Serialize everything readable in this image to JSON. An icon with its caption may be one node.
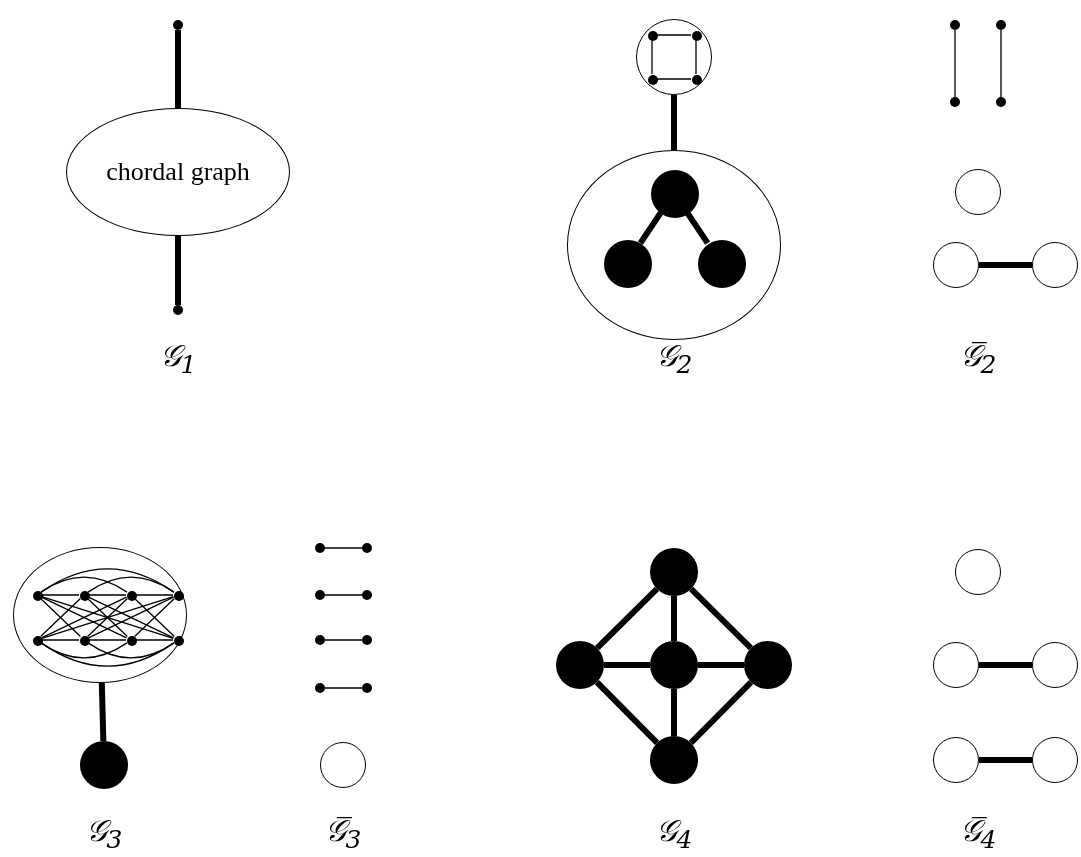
{
  "diagram": {
    "nodes": [
      {
        "text": [],
        "shape": "circle"
      },
      {
        "text": [
          "chordal graph"
        ]
      },
      {
        "text": [],
        "shape": "circle"
      },
      {
        "text": [],
        "shape": "circle"
      },
      {
        "text": [],
        "shape": "circle",
        "in": 3
      },
      {
        "text": [],
        "shape": "circle",
        "in": 3
      },
      {
        "text": [],
        "shape": "circle",
        "in": 3
      },
      {
        "text": [],
        "shape": "circle",
        "in": 3
      },
      {
        "text": [],
        "shape": "ellipse"
      },
      {
        "text": [],
        "shape": "circle",
        "in": 8
      },
      {
        "text": [],
        "shape": "circle",
        "in": 8
      },
      {
        "text": [],
        "shape": "circle",
        "in": 8
      },
      {
        "text": [],
        "shape": "circle"
      },
      {
        "text": [],
        "shape": "circle"
      },
      {
        "text": [],
        "shape": "circle"
      },
      {
        "text": [],
        "shape": "circle"
      },
      {
        "text": [],
        "shape": "circle"
      },
      {
        "text": [],
        "shape": "circle"
      },
      {
        "text": [],
        "shape": "circle"
      },
      {
        "text": [],
        "shape": "ellipse"
      },
      {
        "text": [],
        "shape": "circle",
        "in": 19
      },
      {
        "text": [],
        "shape": "circle",
        "in": 19
      },
      {
        "text": [],
        "shape": "circle",
        "in": 19
      },
      {
        "text": [],
        "shape": "circle",
        "in": 19
      },
      {
        "text": [],
        "shape": "circle",
        "in": 19
      },
      {
        "text": [],
        "shape": "circle",
        "in": 19
      },
      {
        "text": [],
        "shape": "circle",
        "in": 19
      },
      {
        "text": [],
        "shape": "circle",
        "in": 19
      },
      {
        "text": [],
        "shape": "circle"
      },
      {
        "text": [],
        "shape": "circle"
      },
      {
        "text": [],
        "shape": "circle"
      },
      {
        "text": [],
        "shape": "circle"
      },
      {
        "text": [],
        "shape": "circle"
      },
      {
        "text": [],
        "shape": "circle"
      },
      {
        "text": [],
        "shape": "circle"
      },
      {
        "text": [],
        "shape": "circle"
      },
      {
        "text": [],
        "shape": "circle"
      },
      {
        "text": [],
        "shape": "circle"
      },
      {
        "text": [],
        "shape": "circle"
      },
      {
        "text": [],
        "shape": "circle"
      },
      {
        "text": [],
        "shape": "circle"
      },
      {
        "text": [],
        "shape": "circle"
      },
      {
        "text": [],
        "shape": "circle"
      },
      {
        "text": [],
        "shape": "circle"
      },
      {
        "text": [],
        "shape": "circle"
      },
      {
        "text": [],
        "shape": "circle"
      },
      {
        "text": [],
        "shape": "circle"
      },
      {
        "text": [],
        "shape": "circle"
      }
    ],
    "edges": [
      {
        "from": 0,
        "to": 1,
        "arrow": "none",
        "style": "thick"
      },
      {
        "from": 1,
        "to": 2,
        "arrow": "none",
        "style": "thick"
      },
      {
        "from": 4,
        "to": 5,
        "arrow": "none"
      },
      {
        "from": 4,
        "to": 6,
        "arrow": "none"
      },
      {
        "from": 5,
        "to": 7,
        "arrow": "none"
      },
      {
        "from": 6,
        "to": 7,
        "arrow": "none"
      },
      {
        "from": 3,
        "to": 8,
        "arrow": "none",
        "style": "thick"
      },
      {
        "from": 9,
        "to": 10,
        "arrow": "none",
        "style": "thick"
      },
      {
        "from": 9,
        "to": 11,
        "arrow": "none",
        "style": "thick"
      },
      {
        "from": 12,
        "to": 14,
        "arrow": "none"
      },
      {
        "from": 13,
        "to": 15,
        "arrow": "none"
      },
      {
        "from": 17,
        "to": 18,
        "arrow": "none",
        "style": "thick"
      },
      {
        "from": 20,
        "to": 21,
        "arrow": "none"
      },
      {
        "from": 21,
        "to": 22,
        "arrow": "none"
      },
      {
        "from": 22,
        "to": 23,
        "arrow": "none"
      },
      {
        "from": 20,
        "to": 22,
        "arrow": "none"
      },
      {
        "from": 21,
        "to": 23,
        "arrow": "none"
      },
      {
        "from": 20,
        "to": 23,
        "arrow": "none"
      },
      {
        "from": 24,
        "to": 25,
        "arrow": "none"
      },
      {
        "from": 25,
        "to": 26,
        "arrow": "none"
      },
      {
        "from": 26,
        "to": 27,
        "arrow": "none"
      },
      {
        "from": 24,
        "to": 26,
        "arrow": "none"
      },
      {
        "from": 25,
        "to": 27,
        "arrow": "none"
      },
      {
        "from": 24,
        "to": 27,
        "arrow": "none"
      },
      {
        "from": 20,
        "to": 25,
        "arrow": "none"
      },
      {
        "from": 20,
        "to": 26,
        "arrow": "none"
      },
      {
        "from": 20,
        "to": 27,
        "arrow": "none"
      },
      {
        "from": 21,
        "to": 24,
        "arrow": "none"
      },
      {
        "from": 21,
        "to": 26,
        "arrow": "none"
      },
      {
        "from": 21,
        "to": 27,
        "arrow": "none"
      },
      {
        "from": 22,
        "to": 24,
        "arrow": "none"
      },
      {
        "from": 22,
        "to": 25,
        "arrow": "none"
      },
      {
        "from": 22,
        "to": 27,
        "arrow": "none"
      },
      {
        "from": 23,
        "to": 24,
        "arrow": "none"
      },
      {
        "from": 23,
        "to": 25,
        "arrow": "none"
      },
      {
        "from": 23,
        "to": 26,
        "arrow": "none"
      },
      {
        "from": 19,
        "to": 28,
        "arrow": "none",
        "style": "thick"
      },
      {
        "from": 29,
        "to": 30,
        "arrow": "none"
      },
      {
        "from": 31,
        "to": 32,
        "arrow": "none"
      },
      {
        "from": 33,
        "to": 34,
        "arrow": "none"
      },
      {
        "from": 35,
        "to": 36,
        "arrow": "none"
      },
      {
        "from": 38,
        "to": 39,
        "arrow": "none",
        "style": "thick"
      },
      {
        "from": 38,
        "to": 40,
        "arrow": "none",
        "style": "thick"
      },
      {
        "from": 38,
        "to": 41,
        "arrow": "none",
        "style": "thick"
      },
      {
        "from": 39,
        "to": 40,
        "arrow": "none",
        "style": "thick"
      },
      {
        "from": 40,
        "to": 41,
        "arrow": "none",
        "style": "thick"
      },
      {
        "from": 39,
        "to": 42,
        "arrow": "none",
        "style": "thick"
      },
      {
        "from": 40,
        "to": 42,
        "arrow": "none",
        "style": "thick"
      },
      {
        "from": 41,
        "to": 42,
        "arrow": "none",
        "style": "thick"
      },
      {
        "from": 44,
        "to": 45,
        "arrow": "none",
        "style": "thick"
      },
      {
        "from": 46,
        "to": 47,
        "arrow": "none",
        "style": "thick"
      }
    ],
    "labels": [
      "𝒢$_{1}$",
      "𝒢$_{2}$",
      "𝒢̅$_{2}$",
      "𝒢$_{3}$",
      "𝒢̅$_{3}$",
      "𝒢$_{4}$",
      "𝒢̅$_{4}$"
    ]
  }
}
